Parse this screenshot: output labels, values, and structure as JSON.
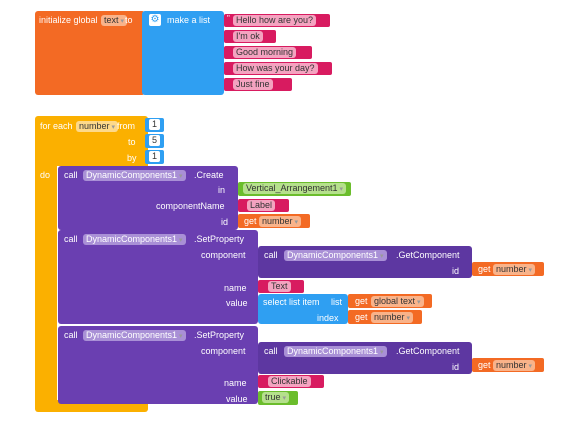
{
  "init": {
    "label": "initialize global",
    "var": "text",
    "to": "to",
    "make_list": "make a list",
    "items": [
      "Hello how are you?",
      "I'm ok",
      "Good morning",
      "How was your day?",
      "Just fine"
    ]
  },
  "loop": {
    "for_each": "for each",
    "var": "number",
    "from": "from",
    "from_val": "1",
    "to": "to",
    "to_val": "5",
    "by": "by",
    "by_val": "1",
    "do": "do"
  },
  "create": {
    "call": "call",
    "component": "DynamicComponents1",
    "method": ".Create",
    "in_label": "in",
    "in_value": "Vertical_Arrangement1",
    "name_label": "componentName",
    "name_value": "Label",
    "id_label": "id",
    "get": "get",
    "id_value": "number"
  },
  "setprop1": {
    "call": "call",
    "component": "DynamicComponents1",
    "method": ".SetProperty",
    "component_label": "component",
    "getcomp_call": "call",
    "getcomp_component": "DynamicComponents1",
    "getcomp_method": ".GetComponent",
    "id_label": "id",
    "get": "get",
    "id_value": "number",
    "name_label": "name",
    "name_value": "Text",
    "value_label": "value",
    "select": "select list item",
    "list_label": "list",
    "list_get": "get",
    "list_value": "global text",
    "index_label": "index",
    "index_get": "get",
    "index_value": "number"
  },
  "setprop2": {
    "call": "call",
    "component": "DynamicComponents1",
    "method": ".SetProperty",
    "component_label": "component",
    "getcomp_call": "call",
    "getcomp_component": "DynamicComponents1",
    "getcomp_method": ".GetComponent",
    "id_label": "id",
    "get": "get",
    "id_value": "number",
    "name_label": "name",
    "name_value": "Clickable",
    "value_label": "value",
    "value_value": "true"
  }
}
